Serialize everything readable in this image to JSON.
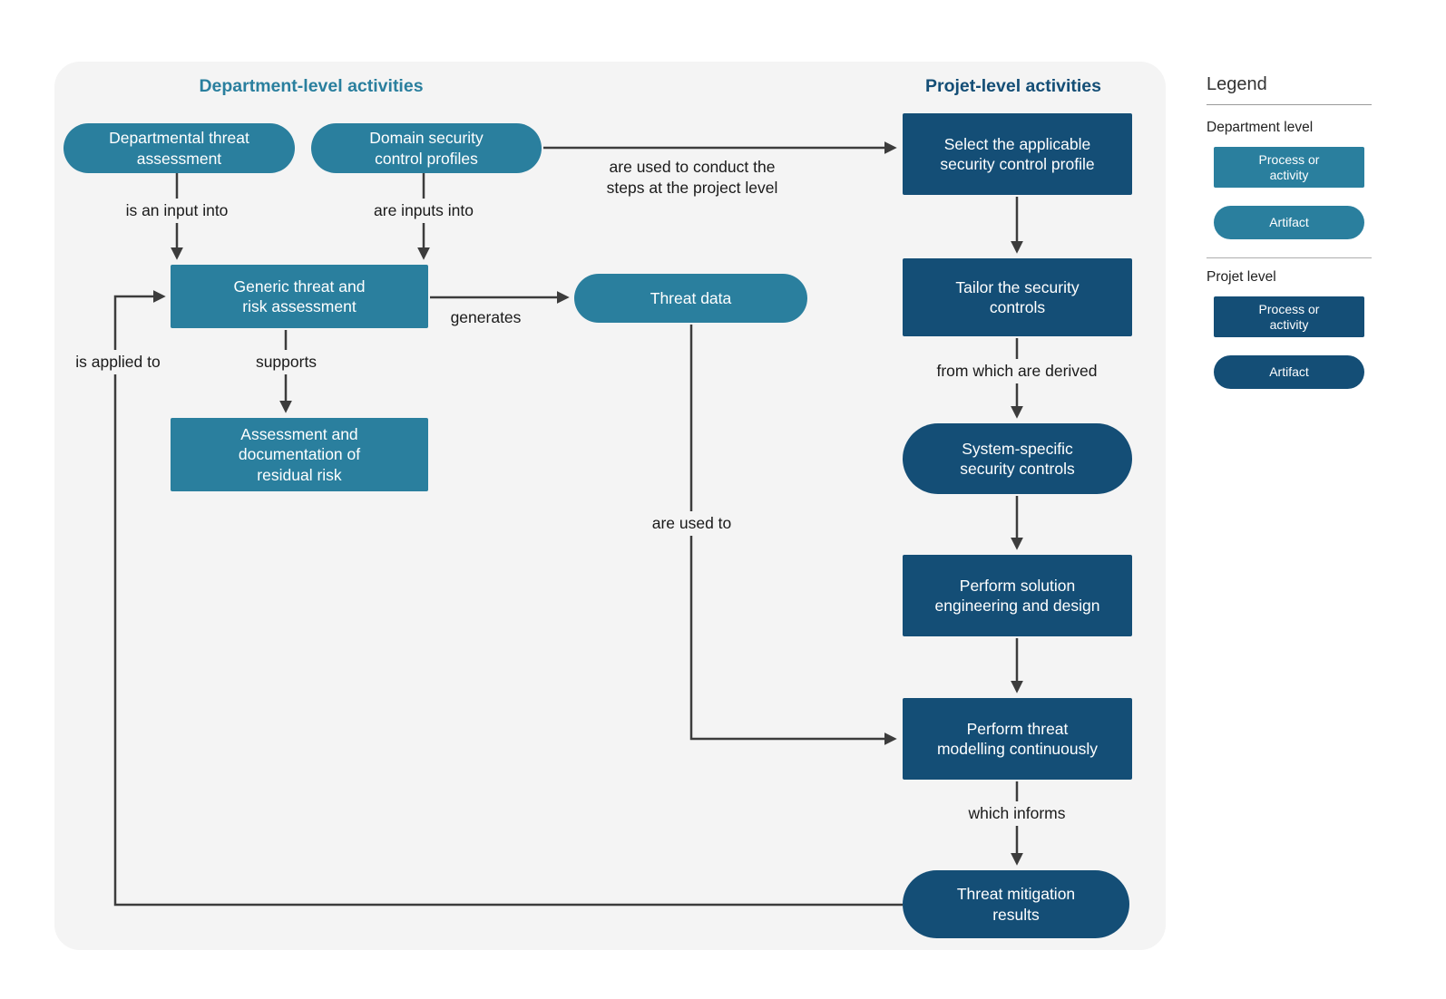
{
  "colors": {
    "department": "#2A7F9E",
    "project": "#144E76",
    "arrow": "#3C3C3C",
    "panel_background": "#F4F4F4"
  },
  "sections": {
    "department": {
      "title": "Department-level activities"
    },
    "project": {
      "title": "Projet-level activities"
    }
  },
  "nodes": {
    "departmental_threat_assessment": {
      "label": "Departmental threat\nassessment",
      "shape": "artifact",
      "level": "department"
    },
    "domain_security_control_profiles": {
      "label": "Domain security\ncontrol profiles",
      "shape": "artifact",
      "level": "department"
    },
    "generic_threat_risk_assessment": {
      "label": "Generic threat and\nrisk assessment",
      "shape": "process",
      "level": "department"
    },
    "assessment_residual_risk": {
      "label": "Assessment and\ndocumentation of\nresidual risk",
      "shape": "process",
      "level": "department"
    },
    "threat_data": {
      "label": "Threat data",
      "shape": "artifact",
      "level": "department"
    },
    "select_security_control_profile": {
      "label": "Select the applicable\nsecurity control profile",
      "shape": "process",
      "level": "project"
    },
    "tailor_security_controls": {
      "label": "Tailor the security\ncontrols",
      "shape": "process",
      "level": "project"
    },
    "system_specific_security_controls": {
      "label": "System-specific\nsecurity controls",
      "shape": "artifact",
      "level": "project"
    },
    "perform_solution_engineering": {
      "label": "Perform solution\nengineering and design",
      "shape": "process",
      "level": "project"
    },
    "perform_threat_modelling": {
      "label": "Perform threat\nmodelling continuously",
      "shape": "process",
      "level": "project"
    },
    "threat_mitigation_results": {
      "label": "Threat mitigation\nresults",
      "shape": "artifact",
      "level": "project"
    }
  },
  "edges": {
    "is_an_input_into": "is an input into",
    "are_inputs_into": "are inputs into",
    "used_to_conduct": "are used to conduct the\nsteps at the project level",
    "generates": "generates",
    "supports": "supports",
    "is_applied_to": "is applied to",
    "are_used_to": "are used to",
    "from_which_are_derived": "from which are derived",
    "which_informs": "which informs"
  },
  "legend": {
    "title": "Legend",
    "groups": [
      {
        "label": "Department level",
        "process": "Process or\nactivity",
        "artifact": "Artifact"
      },
      {
        "label": "Projet level",
        "process": "Process or\nactivity",
        "artifact": "Artifact"
      }
    ]
  }
}
